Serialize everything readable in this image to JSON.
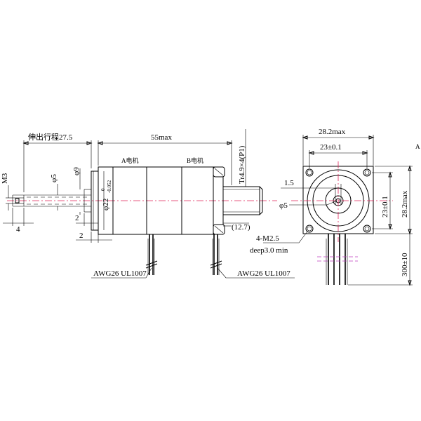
{
  "labels": {
    "extension_stroke": "伸出行程27.5",
    "length_55max": "55max",
    "motor_a": "A电机",
    "motor_b": "B电机",
    "thread_m3": "M3",
    "phi5_left": "φ5",
    "phi9": "φ9",
    "phi22": "φ22",
    "tol_upper": "0",
    "tol_lower": "-0.052",
    "dim_2_a": "2",
    "dim_2_b": "2",
    "dim_4": "4",
    "lead_screw": "Tr4.9×4(P1)",
    "dim_12_7": "(12.7)",
    "wire_left": "AWG26 UL1007",
    "wire_right": "AWG26 UL1007",
    "width_28_2": "28.2max",
    "hole_23_top": "23±0.1",
    "dim_1_5": "1.5",
    "phi5_right": "φ5",
    "hole_23_side": "23±0.1",
    "height_28_2": "28.2max",
    "holes_4m25": "4-M2.5",
    "hole_depth": "deep3.0 min",
    "lead_300": "300±10",
    "corner_mark": "A"
  }
}
